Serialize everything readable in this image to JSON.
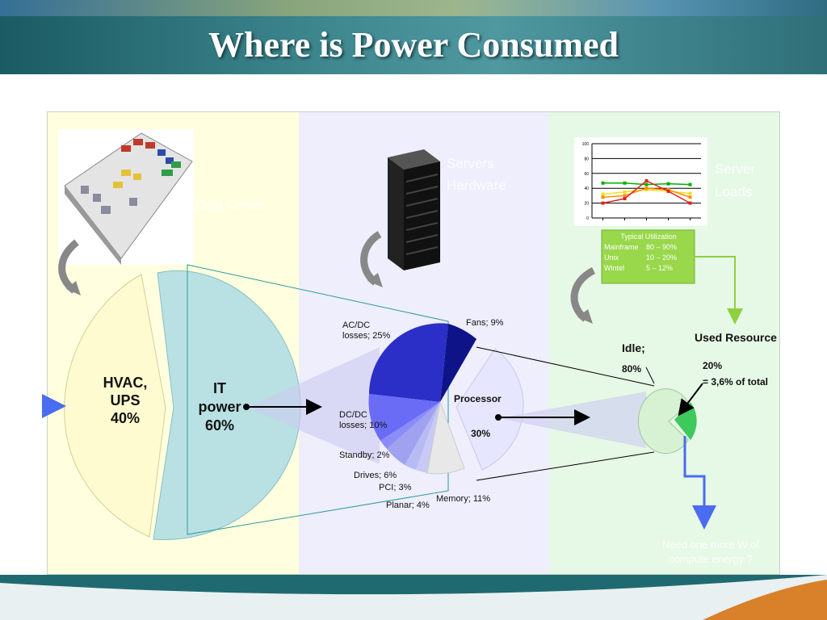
{
  "slide": {
    "title": "Where is Power Consumed"
  },
  "panels": {
    "data_center": {
      "label": "Data Center"
    },
    "servers": {
      "label_line1": "Servers",
      "label_line2": "Hardware"
    },
    "loads": {
      "label_line1": "Server",
      "label_line2": "Loads"
    }
  },
  "power_split": {
    "hvac_line1": "HVAC,",
    "hvac_line2": "UPS",
    "hvac_value": "40%",
    "it_line1": "IT",
    "it_line2": "power",
    "it_value": "60%"
  },
  "server_breakdown": {
    "fans": "Fans; 9%",
    "acdc_line1": "AC/DC",
    "acdc_line2": "losses; 25%",
    "dcdc_line1": "DC/DC",
    "dcdc_line2": "losses; 10%",
    "standby": "Standby; 2%",
    "drives": "Drives; 6%",
    "pci": "PCI; 3%",
    "planar": "Planar; 4%",
    "memory": "Memory; 11%",
    "processor_label": "Processor",
    "processor_value": "30%"
  },
  "processor_use": {
    "idle_label": "Idle;",
    "idle_value": "80%",
    "used_label": "Used Resource",
    "used_value": "20%",
    "used_note": "= 3,6% of total"
  },
  "utilization": {
    "title": "Typical Utilization",
    "rows": [
      {
        "name": "Mainframe",
        "range": "80 – 90%"
      },
      {
        "name": "Unix",
        "range": "10 – 20%"
      },
      {
        "name": "Wintel",
        "range": "5 – 12%"
      }
    ]
  },
  "footer_question": {
    "line1": "Need one more W of",
    "line2": "compute energy ?"
  },
  "colors": {
    "hvac": "#fdfbcf",
    "it": "#b9e1e3",
    "acdc": "#2b2fc7",
    "fans": "#0e1487",
    "processor": "#e6e6ff",
    "memory": "#e8e8e8",
    "idle": "#d6f2d2",
    "used": "#3ec95c",
    "arrow_blue": "#4a6cf0",
    "util_box": "#98d84a"
  },
  "chart_data": {
    "type": "line",
    "title": "",
    "xlabel": "",
    "ylabel": "",
    "yticks": [
      0,
      20,
      40,
      60,
      80,
      100
    ],
    "ylim": [
      0,
      100
    ],
    "x": [
      1,
      2,
      3,
      4,
      5
    ],
    "series": [
      {
        "color": "#00b000",
        "values": [
          47,
          47,
          45,
          46,
          45
        ]
      },
      {
        "color": "#f0e020",
        "values": [
          32,
          35,
          38,
          36,
          33
        ]
      },
      {
        "color": "#ff9000",
        "values": [
          28,
          30,
          40,
          38,
          28
        ]
      },
      {
        "color": "#e02020",
        "values": [
          20,
          26,
          50,
          36,
          20
        ]
      }
    ]
  }
}
